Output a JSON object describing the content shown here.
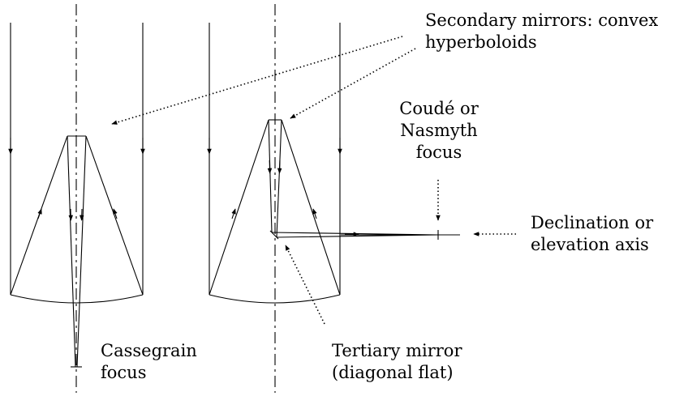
{
  "labels": {
    "secondary": [
      "Secondary mirrors: convex",
      "hyperboloids"
    ],
    "coude": [
      "Coudé or",
      "Nasmyth",
      "focus"
    ],
    "declination": [
      "Declination or",
      "elevation axis"
    ],
    "cassegrain": [
      "Cassegrain",
      "focus"
    ],
    "tertiary": [
      "Tertiary mirror",
      "(diagonal flat)"
    ]
  },
  "telescopes": [
    {
      "focus_type": "cassegrain",
      "label_ref": "cassegrain"
    },
    {
      "focus_type": "coude_nasmyth",
      "label_ref": "coude"
    }
  ]
}
